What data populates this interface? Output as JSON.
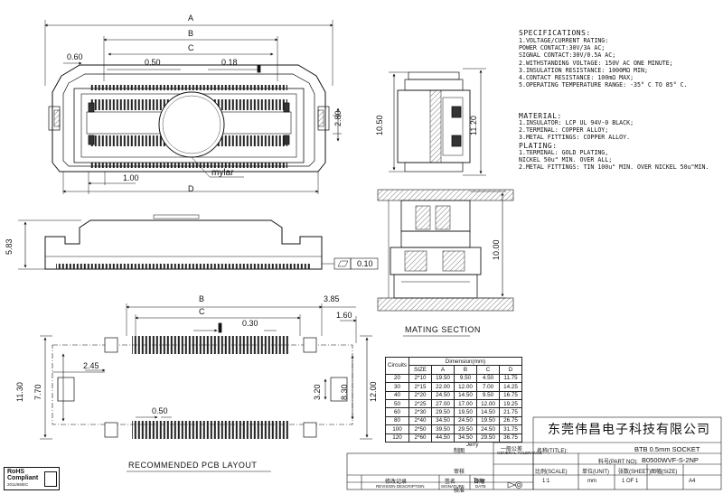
{
  "dimensions": {
    "A": "A",
    "B": "B",
    "C": "C",
    "D": "D",
    "pitch_side": "0.60",
    "pitch": "0.50",
    "small": "0.18",
    "pos_1": "1.00",
    "mylar": "mylar",
    "h_2_80": "2.80",
    "h_10_50": "10.50",
    "h_11_20": "11.20",
    "h_5_83": "5.83",
    "flat_0_10": "0.10",
    "h_10_00": "10.00",
    "pcb_B": "B",
    "pcb_C": "C",
    "pcb_3_85": "3.85",
    "pcb_1_60": "1.60",
    "pcb_0_30": "0.30",
    "pcb_2_45": "2.45",
    "pcb_11_30": "11.30",
    "pcb_7_70": "7.70",
    "pcb_3_20": "3.20",
    "pcb_8_30": "8.30",
    "pcb_12_00": "12.00",
    "pcb_0_50": "0.50"
  },
  "specifications": {
    "title": "SPECIFICATIONS:",
    "lines": [
      "1.VOLTAGE/CURRENT RATING:",
      "   POWER CONTACT:30V/3A AC;",
      "   SIGNAL CONTACT:30V/0.5A AC;",
      "2.WITHSTANDING VOLTAGE: 150V AC ONE MINUTE;",
      "3.INSULATION RESISTANCE: 1000MΩ MIN;",
      "4.CONTACT RESISTANCE: 100mΩ MAX;",
      "5.OPERATING TEMPERATURE RANGE: -35° C TO 85° C."
    ]
  },
  "material": {
    "title": "MATERIAL:",
    "lines": [
      "1.INSULATOR: LCP UL 94V-0 BLACK;",
      "2.TERMINAL: COPPER ALLOY;",
      "3.METAL FITTINGS: COPPER ALLOY."
    ],
    "plating_title": "PLATING:",
    "plating_lines": [
      "1.TERMINAL: GOLD PLATING,",
      "            NICKEL 50u\" MIN. OVER ALL;",
      "2.METAL FITTINGS: TIN 100u\" MIN. OVER NICKEL 50u\"MIN."
    ]
  },
  "labels": {
    "mating_section": "MATING SECTION",
    "recommended_pcb": "RECOMMENDED PCB LAYOUT",
    "rohs_1": "RoHS",
    "rohs_2": "Compliant",
    "rohs_3": "2011/65/EC"
  },
  "circuit_table": {
    "headers": [
      "Circuits",
      "Dimension(mm)",
      "A",
      "B",
      "C",
      "D"
    ],
    "sub_header": "SIZE",
    "rows": [
      [
        "20",
        "2*10",
        "19.50",
        "9.50",
        "4.50",
        "11.75"
      ],
      [
        "30",
        "2*15",
        "22.00",
        "12.00",
        "7.00",
        "14.25"
      ],
      [
        "40",
        "2*20",
        "24.50",
        "14.50",
        "9.50",
        "16.75"
      ],
      [
        "50",
        "2*25",
        "27.00",
        "17.00",
        "12.00",
        "19.25"
      ],
      [
        "60",
        "2*30",
        "29.50",
        "19.50",
        "14.50",
        "21.75"
      ],
      [
        "80",
        "2*40",
        "34.50",
        "24.50",
        "19.50",
        "26.75"
      ],
      [
        "100",
        "2*50",
        "39.50",
        "29.50",
        "24.50",
        "31.75"
      ],
      [
        "120",
        "2*60",
        "44.50",
        "34.50",
        "29.50",
        "36.75"
      ]
    ]
  },
  "title_block": {
    "company": "东莞伟昌电子科技有限公司",
    "title_label": "名称(TITLE):",
    "title": "BTB 0.5mm SOCKET",
    "part_label": "料号(PART NO):",
    "part_no": "B0500WVF-S-2NP",
    "tolerance_title": "一般公差",
    "tolerance_sub": "GENERAL TOLERANCE",
    "drawn_by_label": "制图",
    "drawn_by": "Jerry",
    "checked_label": "审核",
    "approved_label": "核准",
    "approved_by": "Tony",
    "scale_label": "比例(SCALE)",
    "scale": "1:1",
    "unit_label": "单位(UNIT)",
    "unit": "mm",
    "sheet_label": "张数(SHEET)",
    "sheet": "1 OF 1",
    "size_label": "图幅(SIZE)",
    "size": "A4",
    "rev_label": "修改记录",
    "rev_sub": "REVISION DESCRIPTION",
    "sign_label": "签名",
    "sign_sub": "SIGNATURE",
    "date_label": "日期",
    "date_sub": "DATE"
  }
}
